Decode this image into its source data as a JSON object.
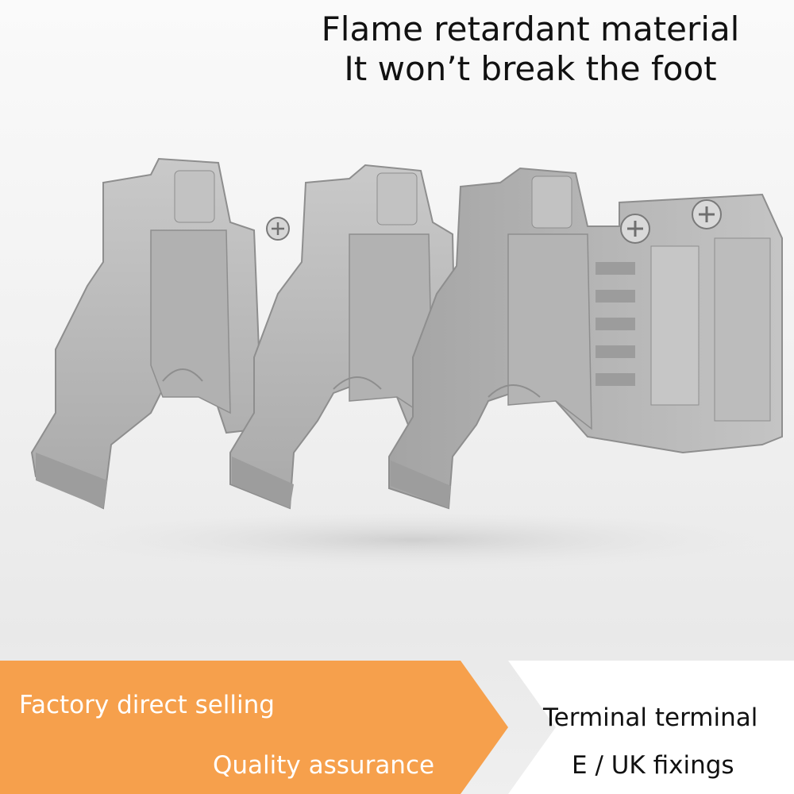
{
  "headline": {
    "line1": "Flame retardant material",
    "line2": "It won’t break the foot"
  },
  "banner": {
    "left_line1": "Factory direct selling",
    "left_line2": "Quality assurance",
    "right_line1": "Terminal terminal",
    "right_line2": "E / UK fixings"
  },
  "colors": {
    "banner_orange": "#f6a04c",
    "part_gray": "#b8b8b8"
  }
}
